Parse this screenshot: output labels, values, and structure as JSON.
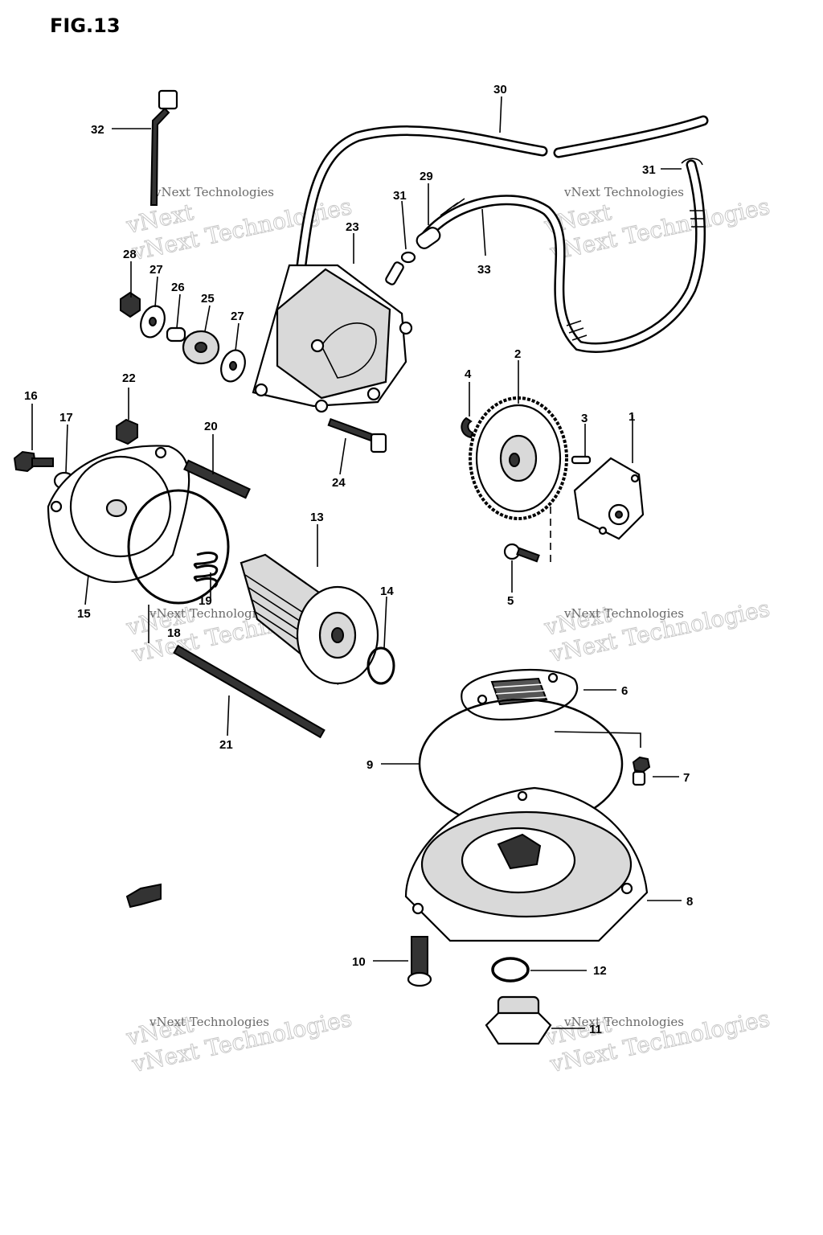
{
  "figure": {
    "title": "FIG.13"
  },
  "watermark": {
    "line1": "vNext Technologies",
    "line2": "vNext Technologies"
  },
  "callouts": [
    {
      "id": "c1",
      "label": "1"
    },
    {
      "id": "c2",
      "label": "2"
    },
    {
      "id": "c3",
      "label": "3"
    },
    {
      "id": "c4",
      "label": "4"
    },
    {
      "id": "c5",
      "label": "5"
    },
    {
      "id": "c6",
      "label": "6"
    },
    {
      "id": "c7",
      "label": "7"
    },
    {
      "id": "c8",
      "label": "8"
    },
    {
      "id": "c9",
      "label": "9"
    },
    {
      "id": "c10",
      "label": "10"
    },
    {
      "id": "c11",
      "label": "11"
    },
    {
      "id": "c12",
      "label": "12"
    },
    {
      "id": "c13",
      "label": "13"
    },
    {
      "id": "c14",
      "label": "14"
    },
    {
      "id": "c15",
      "label": "15"
    },
    {
      "id": "c16",
      "label": "16"
    },
    {
      "id": "c17",
      "label": "17"
    },
    {
      "id": "c18",
      "label": "18"
    },
    {
      "id": "c19",
      "label": "19"
    },
    {
      "id": "c20",
      "label": "20"
    },
    {
      "id": "c21",
      "label": "21"
    },
    {
      "id": "c22",
      "label": "22"
    },
    {
      "id": "c23",
      "label": "23"
    },
    {
      "id": "c24",
      "label": "24"
    },
    {
      "id": "c25",
      "label": "25"
    },
    {
      "id": "c26",
      "label": "26"
    },
    {
      "id": "c27a",
      "label": "27"
    },
    {
      "id": "c27b",
      "label": "27"
    },
    {
      "id": "c28",
      "label": "28"
    },
    {
      "id": "c29",
      "label": "29"
    },
    {
      "id": "c30",
      "label": "30"
    },
    {
      "id": "c31a",
      "label": "31"
    },
    {
      "id": "c31b",
      "label": "31"
    },
    {
      "id": "c32",
      "label": "32"
    },
    {
      "id": "c33",
      "label": "33"
    }
  ]
}
